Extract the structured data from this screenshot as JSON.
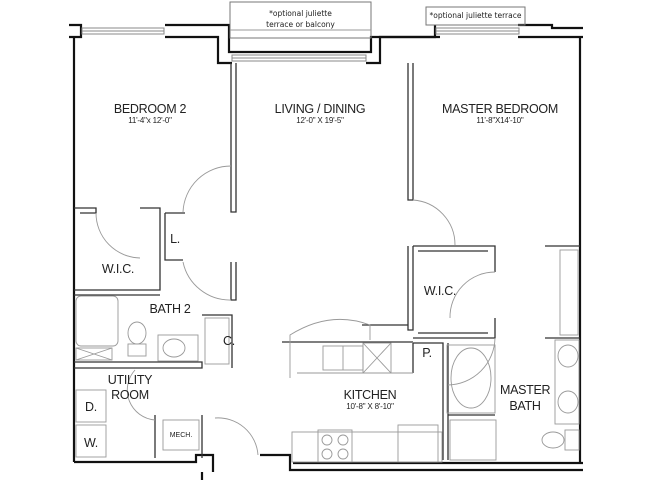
{
  "floorplan": {
    "notes": {
      "center_terrace": "*optional juliette terrace or balcony",
      "center_terrace_line1": "*optional juliette",
      "center_terrace_line2": "terrace or balcony",
      "right_terrace": "*optional juliette terrace"
    },
    "rooms": [
      {
        "id": "bedroom2",
        "name": "BEDROOM 2",
        "dimensions": "11'-4\"x 12'-0\""
      },
      {
        "id": "living_dining",
        "name": "LIVING / DINING",
        "dimensions": "12'-0\" X 19'-5\""
      },
      {
        "id": "master_bedroom",
        "name": "MASTER BEDROOM",
        "dimensions": "11'-8\"X14'-10\""
      },
      {
        "id": "wic_left",
        "name": "W.I.C."
      },
      {
        "id": "linen",
        "name": "L."
      },
      {
        "id": "bath2",
        "name": "BATH 2"
      },
      {
        "id": "closet",
        "name": "C."
      },
      {
        "id": "utility_line1",
        "name": "UTILITY"
      },
      {
        "id": "utility_line2",
        "name": "ROOM"
      },
      {
        "id": "dryer",
        "name": "D."
      },
      {
        "id": "washer",
        "name": "W."
      },
      {
        "id": "mech",
        "name": "MECH."
      },
      {
        "id": "kitchen",
        "name": "KITCHEN",
        "dimensions": "10'-8\" X 8'-10\""
      },
      {
        "id": "pantry",
        "name": "P."
      },
      {
        "id": "wic_right",
        "name": "W.I.C."
      },
      {
        "id": "master_bath_line1",
        "name": "MASTER"
      },
      {
        "id": "master_bath_line2",
        "name": "BATH"
      }
    ]
  }
}
